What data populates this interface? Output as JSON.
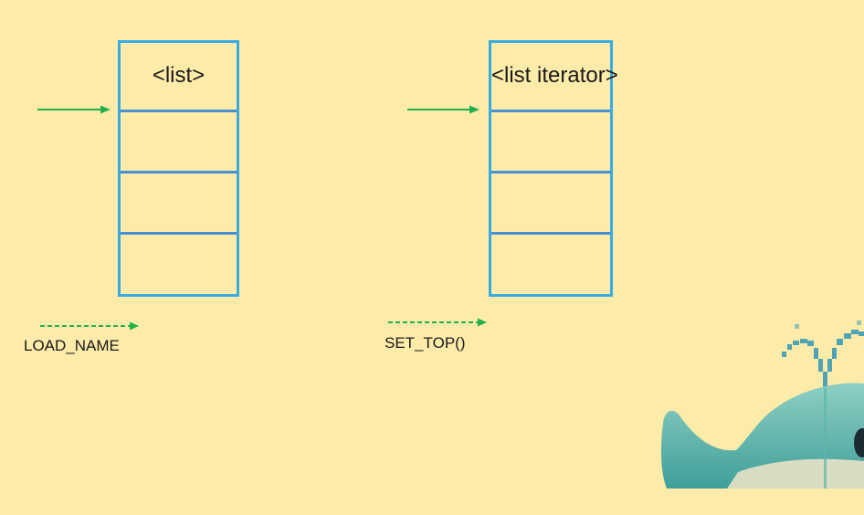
{
  "left_stack": {
    "cells": [
      "<list>",
      "",
      "",
      ""
    ]
  },
  "right_stack": {
    "cells": [
      "<list iterator>",
      "",
      "",
      ""
    ]
  },
  "operations": {
    "left": "LOAD_NAME",
    "right": "SET_TOP()"
  },
  "colors": {
    "background": "#fdeba9",
    "stack_border": "#38ace2",
    "arrow": "#22b04a"
  },
  "icons": {
    "left_pointer": "solid-arrow-right-icon",
    "right_pointer": "solid-arrow-right-icon",
    "left_op_arrow": "dashed-arrow-right-icon",
    "right_op_arrow": "dashed-arrow-right-icon",
    "mascot": "whale-illustration"
  }
}
